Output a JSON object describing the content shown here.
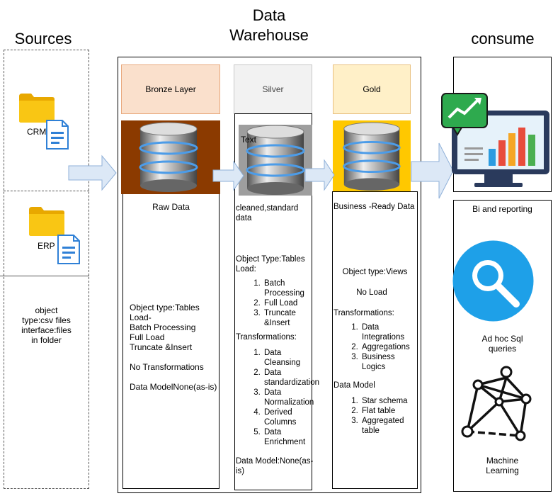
{
  "titles": {
    "sources": "Sources",
    "warehouse_line1": "Data",
    "warehouse_line2": "Warehouse",
    "consume": "consume"
  },
  "sources": {
    "crm_label": "CRM",
    "erp_label": "ERP",
    "info_lines": [
      "object",
      "type:csv files",
      "interface:files",
      "in folder"
    ]
  },
  "bronze": {
    "header": "Bronze Layer",
    "title": "Raw Data",
    "lines": [
      "Object type:Tables",
      "Load-",
      "Batch Processing",
      "Full Load",
      "Truncate &Insert"
    ],
    "no_transform": "No Transformations",
    "data_model": "Data ModelNone(as-is)"
  },
  "silver": {
    "header": "Silver",
    "overlay_text": "Text",
    "title_lines": [
      "cleaned,standard",
      "data"
    ],
    "object_type": "Object Type:Tables",
    "load_label": "Load:",
    "load_items": [
      [
        "Batch",
        "Processing"
      ],
      [
        "Full Load"
      ],
      [
        "Truncate",
        "&Insert"
      ]
    ],
    "transform_label": "Transformations:",
    "transform_items": [
      [
        "Data",
        "Cleansing"
      ],
      [
        "Data",
        "standardization"
      ],
      [
        "Data",
        "Normalization"
      ],
      [
        "Derived",
        "Columns"
      ],
      [
        "Data",
        "Enrichment"
      ]
    ],
    "data_model_lines": [
      "Data Model:None(as-",
      "is)"
    ]
  },
  "gold": {
    "header": "Gold",
    "title": "Business -Ready Data",
    "object_type": "Object type:Views",
    "no_load": "No Load",
    "transform_label": "Transformations:",
    "transform_items": [
      [
        "Data",
        "Integrations"
      ],
      [
        "Aggregations"
      ],
      [
        "Business",
        "Logics"
      ]
    ],
    "data_model_label": "Data Model",
    "model_items": [
      [
        "Star schema"
      ],
      [
        "Flat table"
      ],
      [
        "Aggregated",
        "table"
      ]
    ]
  },
  "consume": {
    "bi_label": "Bi and reporting",
    "adhoc_lines": [
      "Ad hoc Sql",
      "queries"
    ],
    "ml_lines": [
      "Machine",
      "Learning"
    ]
  },
  "colors": {
    "bronze_header_bg": "#FAE0CC",
    "bronze_header_border": "#E8A87C",
    "silver_header_bg": "#F2F2F2",
    "gold_header_bg": "#FFF0C8",
    "bronze_image_bg": "#8B3A00",
    "silver_image_bg": "#9E9E9E",
    "gold_image_bg": "#FFC800",
    "arrow_fill": "#DCE8F6",
    "arrow_stroke": "#8FB0D8",
    "folder": "#F9C614",
    "doc": "#2F80D6",
    "search_circle": "#1EA0E8"
  },
  "icons": [
    "folder-icon",
    "document-icon",
    "database-icon",
    "monitor-chart-icon",
    "magnifier-icon",
    "network-icon"
  ]
}
